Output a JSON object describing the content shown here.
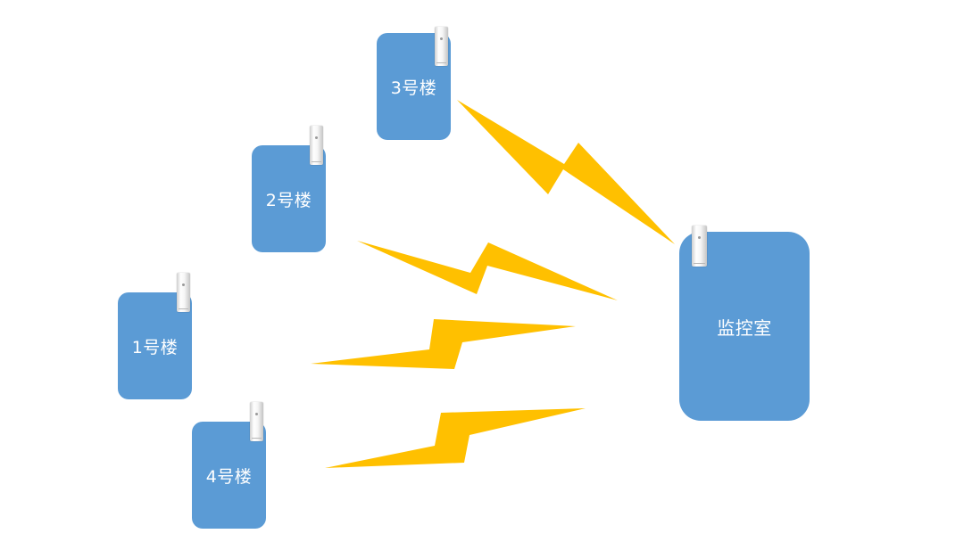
{
  "nodes": {
    "building1": {
      "label": "1号楼"
    },
    "building2": {
      "label": "2号楼"
    },
    "building3": {
      "label": "3号楼"
    },
    "building4": {
      "label": "4号楼"
    },
    "control_room": {
      "label": "监控室"
    }
  },
  "colors": {
    "node_fill": "#5b9bd5",
    "bolt_fill": "#ffc000",
    "background": "#ffffff"
  },
  "icons": {
    "antenna": "wireless-bridge-antenna-icon",
    "signal": "lightning-bolt-icon"
  }
}
